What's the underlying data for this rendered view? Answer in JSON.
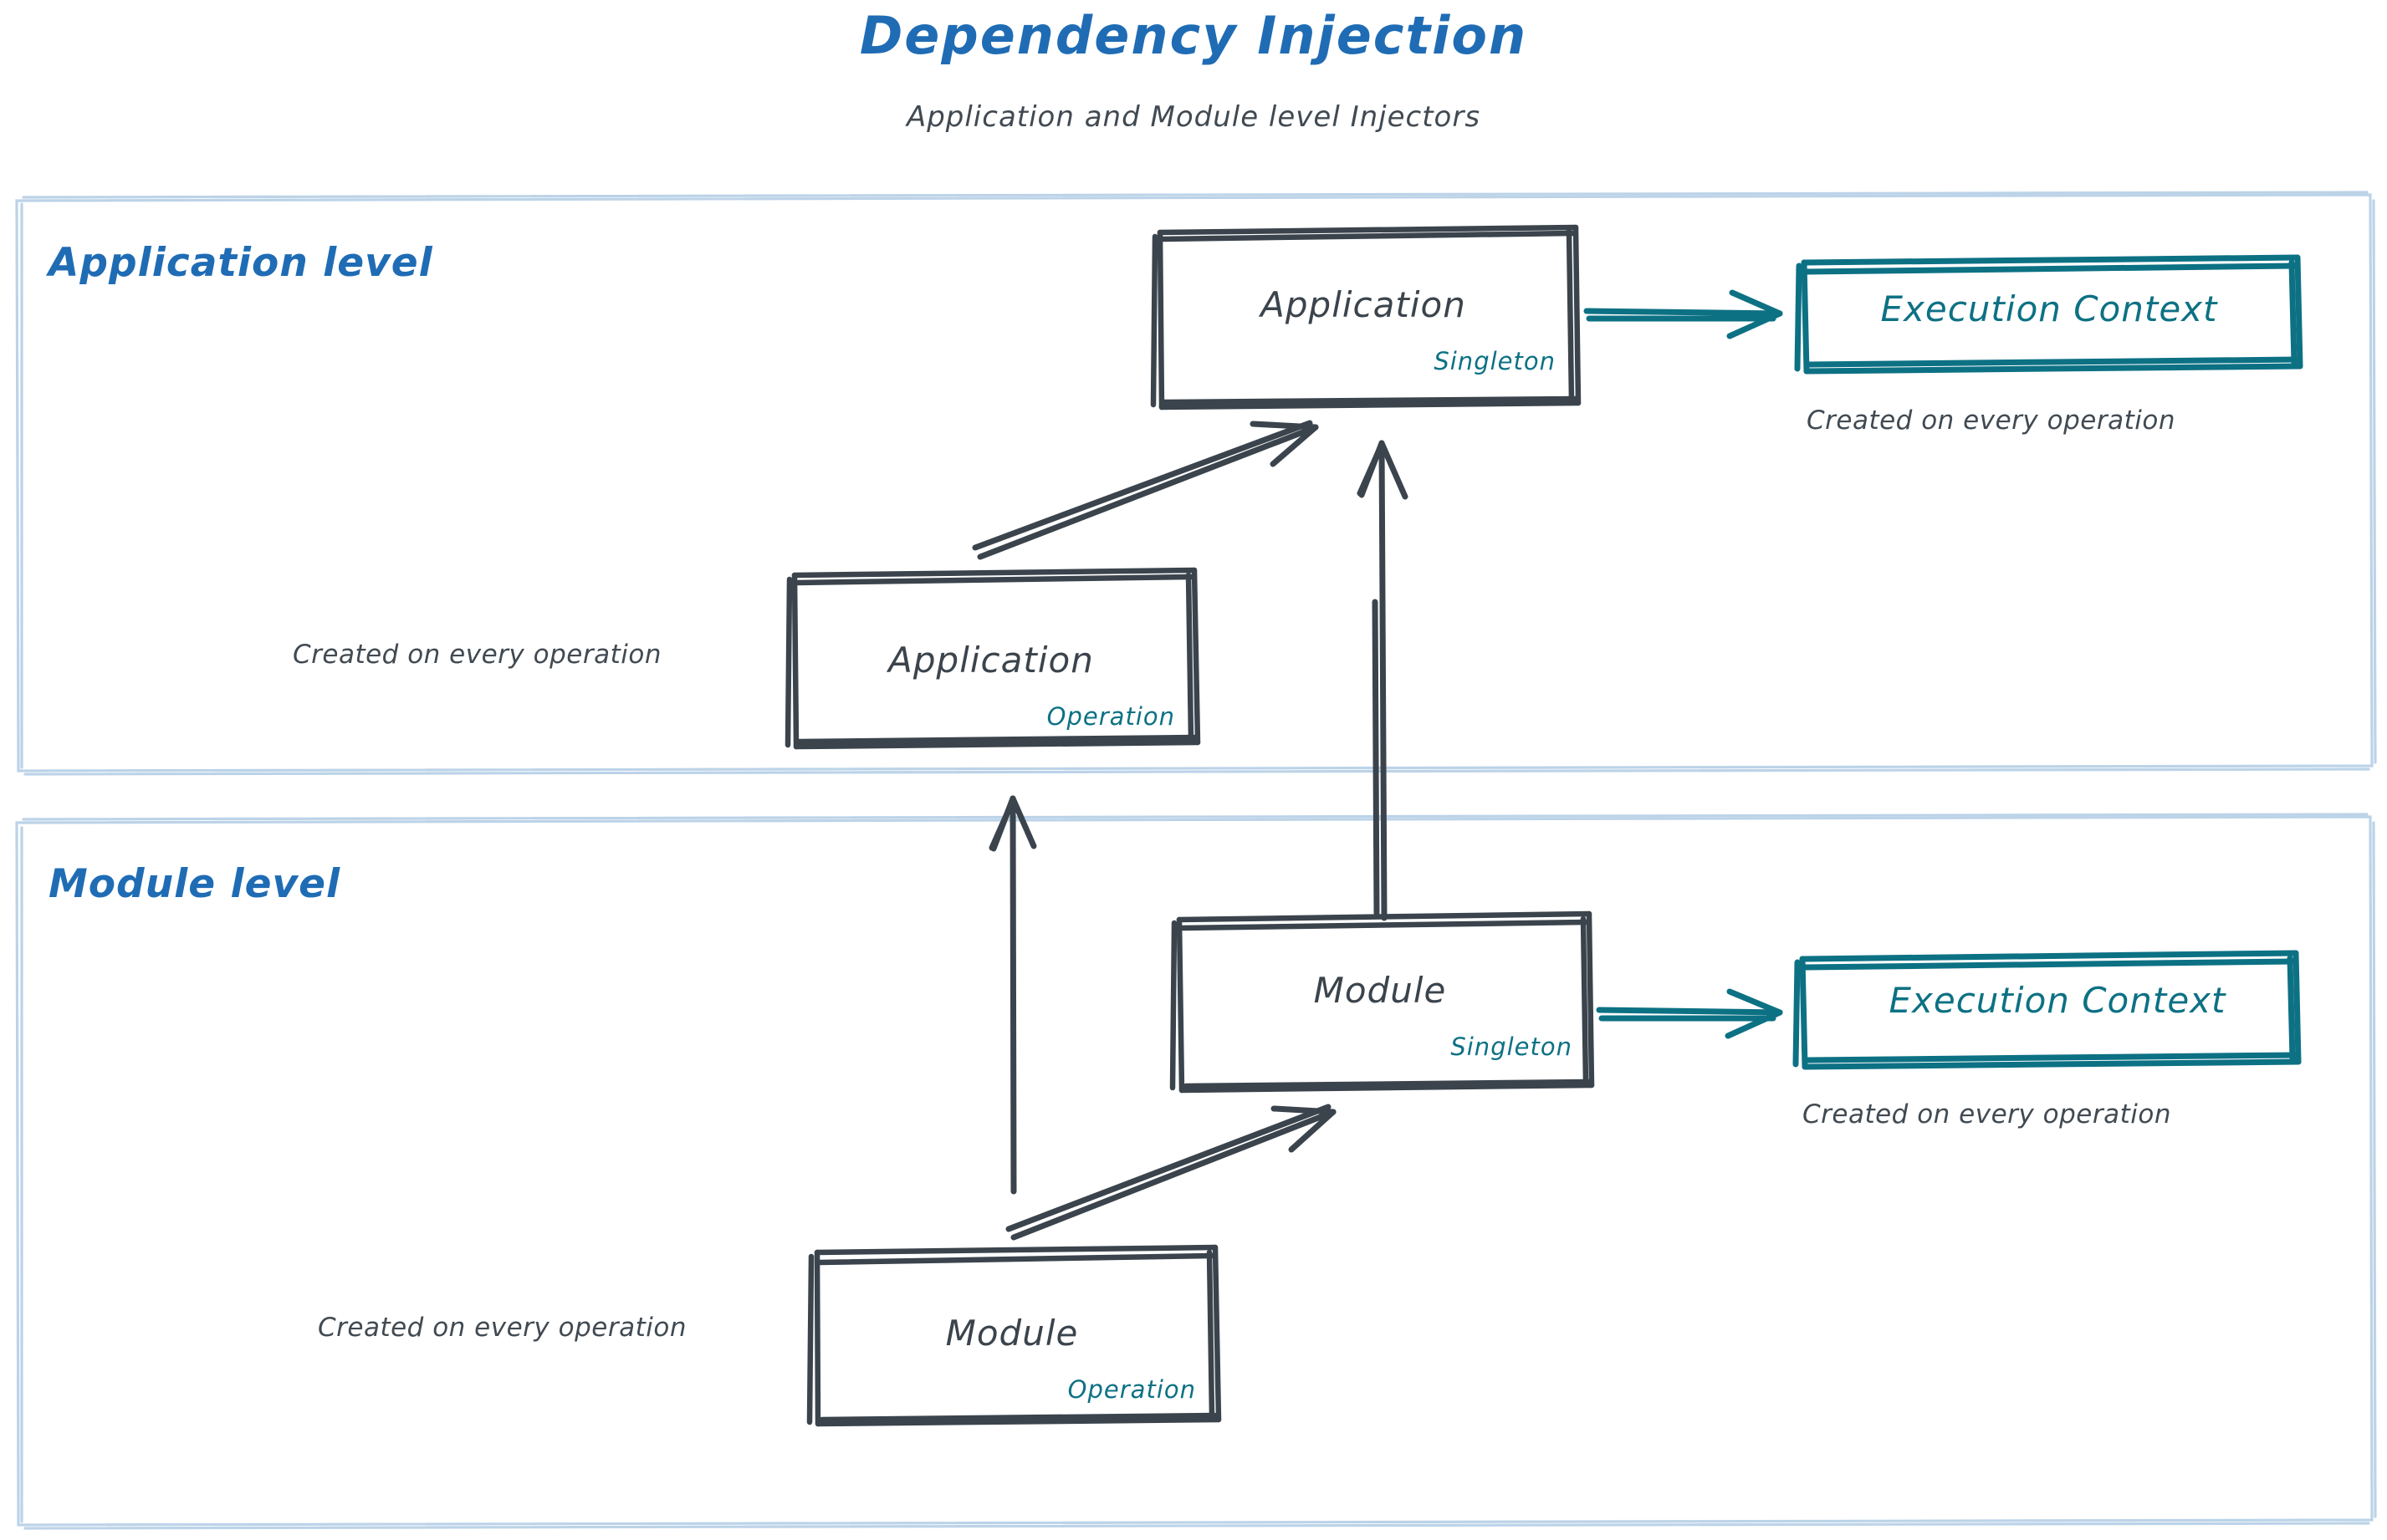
{
  "header": {
    "title": "Dependency Injection",
    "subtitle": "Application and Module level Injectors",
    "title_color": "#1f6cb5",
    "subtitle_color": "#414a52"
  },
  "palette": {
    "ink": "#3b444c",
    "accent_blue": "#1f6cb5",
    "accent_teal": "#0d7184",
    "lane_border": "#bcd3e8",
    "background": "#ffffff"
  },
  "lanes": [
    {
      "id": "application-level",
      "label": "Application level",
      "nodes": [
        {
          "id": "application-singleton",
          "title": "Application",
          "stereotype": "Singleton",
          "style": "ink-box"
        },
        {
          "id": "application-operation",
          "title": "Application",
          "stereotype": "Operation",
          "style": "ink-box",
          "caption": "Created on every operation"
        },
        {
          "id": "application-execution-context",
          "title": "Execution Context",
          "style": "teal-box",
          "caption": "Created on every operation"
        }
      ]
    },
    {
      "id": "module-level",
      "label": "Module level",
      "nodes": [
        {
          "id": "module-singleton",
          "title": "Module",
          "stereotype": "Singleton",
          "style": "ink-box"
        },
        {
          "id": "module-operation",
          "title": "Module",
          "stereotype": "Operation",
          "style": "ink-box",
          "caption": "Created on every operation"
        },
        {
          "id": "module-execution-context",
          "title": "Execution Context",
          "style": "teal-box",
          "caption": "Created on every operation"
        }
      ]
    }
  ],
  "edges": [
    {
      "id": "app-operation-to-app-singleton",
      "from": "application-operation",
      "to": "application-singleton",
      "color": "#3b444c",
      "kind": "diagonal"
    },
    {
      "id": "app-singleton-to-app-context",
      "from": "application-singleton",
      "to": "application-execution-context",
      "color": "#0d7184",
      "kind": "horizontal"
    },
    {
      "id": "module-singleton-to-app-singleton",
      "from": "module-singleton",
      "to": "application-singleton",
      "color": "#3b444c",
      "kind": "vertical"
    },
    {
      "id": "module-operation-to-app-operation-lane",
      "from": "module-operation",
      "to": "application-level",
      "color": "#3b444c",
      "kind": "vertical"
    },
    {
      "id": "module-operation-to-module-singleton",
      "from": "module-operation",
      "to": "module-singleton",
      "color": "#3b444c",
      "kind": "diagonal"
    },
    {
      "id": "module-singleton-to-module-context",
      "from": "module-singleton",
      "to": "module-execution-context",
      "color": "#0d7184",
      "kind": "horizontal"
    }
  ]
}
